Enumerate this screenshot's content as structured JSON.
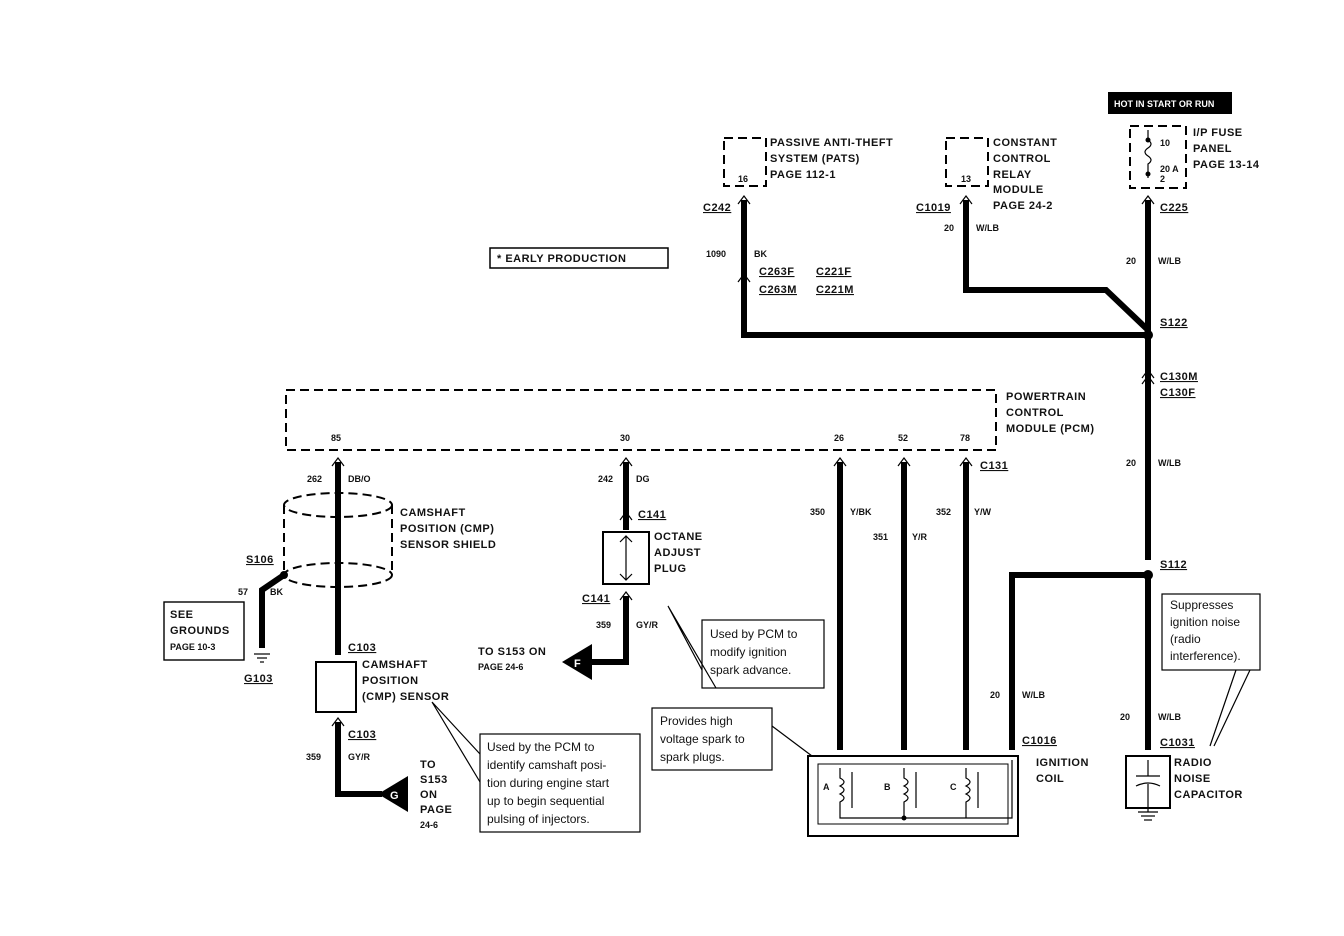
{
  "legend_early": "* EARLY PRODUCTION",
  "hot_in_start": "HOT IN START OR RUN",
  "ip_fuse": {
    "line1": "I/P FUSE",
    "line2": "PANEL",
    "line3": "PAGE 13-14",
    "fuse_a": "10",
    "fuse_b": "20 A",
    "fuse_c": "2"
  },
  "pats": {
    "line1": "PASSIVE ANTI-THEFT",
    "line2": "SYSTEM (PATS)",
    "line3": "PAGE 112-1",
    "pin": "16"
  },
  "ccrm": {
    "line1": "CONSTANT",
    "line2": "CONTROL",
    "line3": "RELAY",
    "line4": "MODULE",
    "line5": "PAGE 24-2",
    "pin": "13"
  },
  "connectors": {
    "c242": "C242",
    "c1019": "C1019",
    "c225": "C225",
    "c263f": "C263F",
    "c221f": "C221F",
    "c263m": "C263M",
    "c221m": "C221M",
    "s122": "S122",
    "c130m": "C130M",
    "c130f": "C130F",
    "c131": "C131",
    "s112": "S112",
    "c1016": "C1016",
    "c1031": "C1031",
    "c141_top": "C141",
    "c141_bot": "C141",
    "c103_top": "C103",
    "c103_bot": "C103",
    "s106": "S106",
    "g103": "G103"
  },
  "wires": {
    "w1090": "1090",
    "bk": "BK",
    "w20a": "20",
    "wlb_a": "W/LB",
    "w20b": "20",
    "wlb_b": "W/LB",
    "w20c": "20",
    "wlb_c": "W/LB",
    "w20d": "20",
    "wlb_d": "W/LB",
    "w20e": "20",
    "wlb_e": "W/LB",
    "w262": "262",
    "dbo": "DB/O",
    "w242": "242",
    "dg": "DG",
    "w350": "350",
    "ybk": "Y/BK",
    "w351": "351",
    "yr": "Y/R",
    "w352": "352",
    "yw": "Y/W",
    "w57": "57",
    "bk2": "BK",
    "w359a": "359",
    "gyr_a": "GY/R",
    "w359b": "359",
    "gyr_b": "GY/R"
  },
  "pcm": {
    "line1": "POWERTRAIN",
    "line2": "CONTROL",
    "line3": "MODULE (PCM)",
    "pin85": "85",
    "pin30": "30",
    "pin26": "26",
    "pin52": "52",
    "pin78": "78"
  },
  "shield": {
    "line1": "CAMSHAFT",
    "line2": "POSITION (CMP)",
    "line3": "SENSOR SHIELD"
  },
  "cmp": {
    "line1": "CAMSHAFT",
    "line2": "POSITION",
    "line3": "(CMP) SENSOR"
  },
  "octane": {
    "line1": "OCTANE",
    "line2": "ADJUST",
    "line3": "PLUG"
  },
  "grounds": {
    "line1": "SEE",
    "line2": "GROUNDS",
    "line3": "PAGE 10-3"
  },
  "to_f": {
    "line1": "TO S153 ON",
    "line2": "PAGE 24-6",
    "letter": "F"
  },
  "to_g": {
    "line1": "TO",
    "line2": "S153",
    "line3": "ON",
    "line4": "PAGE",
    "line5": "24-6",
    "letter": "G"
  },
  "coil": {
    "line1": "IGNITION",
    "line2": "COIL",
    "a": "A",
    "b": "B",
    "c": "C"
  },
  "capacitor": {
    "line1": "RADIO",
    "line2": "NOISE",
    "line3": "CAPACITOR"
  },
  "notes": {
    "suppress": [
      "Suppresses",
      "ignition noise",
      "(radio",
      "interference)."
    ],
    "octane": [
      "Used by PCM to",
      "modify ignition",
      "spark advance."
    ],
    "coil": [
      "Provides high",
      "voltage spark to",
      "spark plugs."
    ],
    "cmp": [
      "Used by the PCM to",
      "identify camshaft posi-",
      "tion during engine start",
      "up to begin sequential",
      "pulsing of injectors."
    ]
  }
}
